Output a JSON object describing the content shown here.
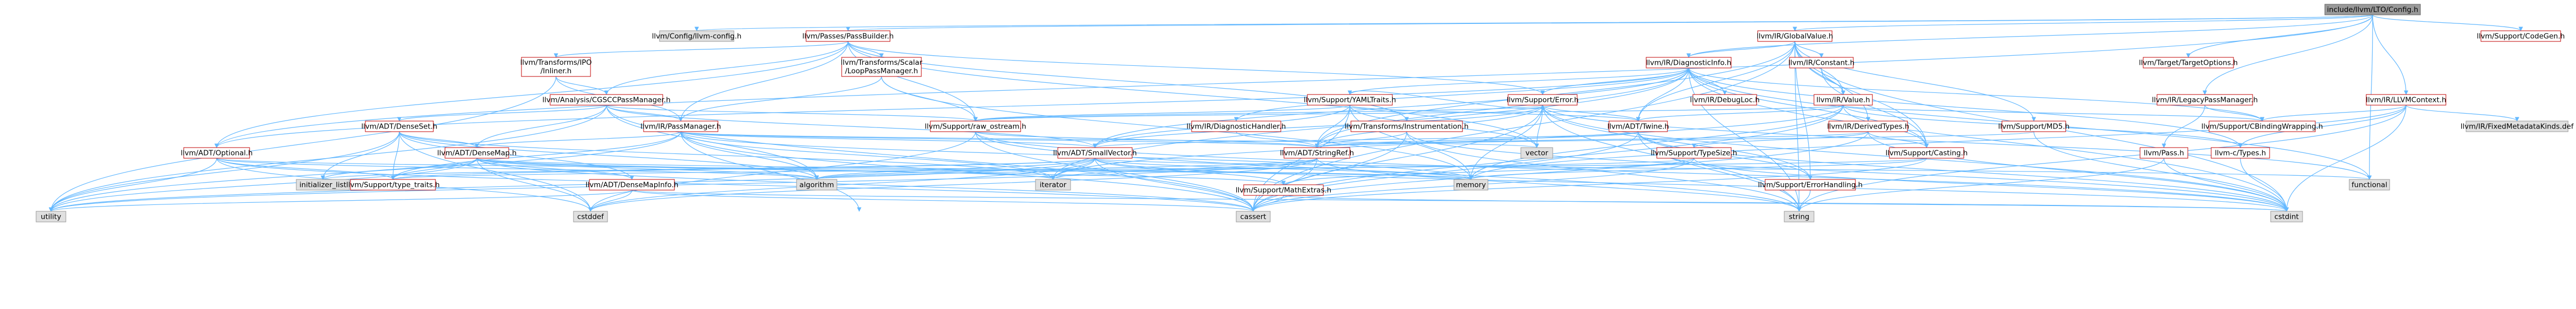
{
  "nodes": [
    {
      "id": "root",
      "label": "include/llvm/LTO/Config.h",
      "kind": "root"
    },
    {
      "id": "llvm_config",
      "label": "llvm/Config/llvm-config.h",
      "kind": "gray"
    },
    {
      "id": "passbuilder",
      "label": "llvm/Passes/PassBuilder.h",
      "kind": "link"
    },
    {
      "id": "globalvalue",
      "label": "llvm/IR/GlobalValue.h",
      "kind": "link"
    },
    {
      "id": "codegen",
      "label": "llvm/Support/CodeGen.h",
      "kind": "link"
    },
    {
      "id": "inliner",
      "label": "llvm/Transforms/IPO\n/Inliner.h",
      "kind": "link"
    },
    {
      "id": "cgscc",
      "label": "llvm/Analysis/CGSCCPassManager.h",
      "kind": "link"
    },
    {
      "id": "scalarloop",
      "label": "llvm/Transforms/Scalar\n/LoopPassManager.h",
      "kind": "link"
    },
    {
      "id": "diaginfo",
      "label": "llvm/IR/DiagnosticInfo.h",
      "kind": "link"
    },
    {
      "id": "constant",
      "label": "llvm/IR/Constant.h",
      "kind": "link"
    },
    {
      "id": "targetoptions",
      "label": "llvm/Target/TargetOptions.h",
      "kind": "link"
    },
    {
      "id": "legacypm",
      "label": "llvm/IR/LegacyPassManager.h",
      "kind": "link"
    },
    {
      "id": "llvmcontext",
      "label": "llvm/IR/LLVMContext.h",
      "kind": "link"
    },
    {
      "id": "densemset",
      "label": "llvm/ADT/DenseSet.h",
      "kind": "link"
    },
    {
      "id": "irpassmgr",
      "label": "llvm/IR/PassManager.h",
      "kind": "link"
    },
    {
      "id": "yamltraits",
      "label": "llvm/Support/YAMLTraits.h",
      "kind": "link"
    },
    {
      "id": "suppError",
      "label": "llvm/Support/Error.h",
      "kind": "link"
    },
    {
      "id": "debugloc",
      "label": "llvm/IR/DebugLoc.h",
      "kind": "link"
    },
    {
      "id": "irvalue",
      "label": "llvm/IR/Value.h",
      "kind": "link"
    },
    {
      "id": "rawostream",
      "label": "llvm/Support/raw_ostream.h",
      "kind": "link"
    },
    {
      "id": "diaghandler",
      "label": "llvm/IR/DiagnosticHandler.h",
      "kind": "link"
    },
    {
      "id": "instrumentation",
      "label": "llvm/Transforms/Instrumentation.h",
      "kind": "link"
    },
    {
      "id": "adttwine",
      "label": "llvm/ADT/Twine.h",
      "kind": "link"
    },
    {
      "id": "derivedtypes",
      "label": "llvm/IR/DerivedTypes.h",
      "kind": "link"
    },
    {
      "id": "md5",
      "label": "llvm/Support/MD5.h",
      "kind": "link"
    },
    {
      "id": "cbinding",
      "label": "llvm/Support/CBindingWrapping.h",
      "kind": "link"
    },
    {
      "id": "fixedmd",
      "label": "llvm/IR/FixedMetadataKinds.def",
      "kind": "gray"
    },
    {
      "id": "adtoptional",
      "label": "llvm/ADT/Optional.h",
      "kind": "link"
    },
    {
      "id": "densemap",
      "label": "llvm/ADT/DenseMap.h",
      "kind": "link"
    },
    {
      "id": "smallvector",
      "label": "llvm/ADT/SmallVector.h",
      "kind": "link"
    },
    {
      "id": "stringref",
      "label": "llvm/ADT/StringRef.h",
      "kind": "link"
    },
    {
      "id": "typesize",
      "label": "llvm/Support/TypeSize.h",
      "kind": "link"
    },
    {
      "id": "casting",
      "label": "llvm/Support/Casting.h",
      "kind": "link"
    },
    {
      "id": "pass",
      "label": "llvm/Pass.h",
      "kind": "link"
    },
    {
      "id": "ctypes",
      "label": "llvm-c/Types.h",
      "kind": "link"
    },
    {
      "id": "vector",
      "label": "vector",
      "kind": "ext"
    },
    {
      "id": "initlist",
      "label": "initializer_list",
      "kind": "ext"
    },
    {
      "id": "typetraits",
      "label": "llvm/Support/type_traits.h",
      "kind": "link"
    },
    {
      "id": "densemapinfo",
      "label": "llvm/ADT/DenseMapInfo.h",
      "kind": "link"
    },
    {
      "id": "mathextras",
      "label": "llvm/Support/MathExtras.h",
      "kind": "link"
    },
    {
      "id": "errhandling",
      "label": "llvm/Support/ErrorHandling.h",
      "kind": "link"
    },
    {
      "id": "algorithm",
      "label": "algorithm",
      "kind": "ext"
    },
    {
      "id": "iterator",
      "label": "iterator",
      "kind": "ext"
    },
    {
      "id": "memory",
      "label": "memory",
      "kind": "ext"
    },
    {
      "id": "functional",
      "label": "functional",
      "kind": "ext"
    },
    {
      "id": "utility",
      "label": "utility",
      "kind": "ext"
    },
    {
      "id": "cstddef",
      "label": "cstddef",
      "kind": "ext"
    },
    {
      "id": "cassert",
      "label": "cassert",
      "kind": "ext"
    },
    {
      "id": "string",
      "label": "string",
      "kind": "ext"
    },
    {
      "id": "cstdint",
      "label": "cstdint",
      "kind": "ext"
    }
  ],
  "edges": [
    [
      "root",
      "llvm_config"
    ],
    [
      "root",
      "passbuilder"
    ],
    [
      "root",
      "globalvalue"
    ],
    [
      "root",
      "codegen"
    ],
    [
      "root",
      "targetoptions"
    ],
    [
      "root",
      "legacypm"
    ],
    [
      "root",
      "llvmcontext"
    ],
    [
      "root",
      "functional"
    ],
    [
      "root",
      "adtoptional"
    ],
    [
      "root",
      "diaginfo"
    ],
    [
      "passbuilder",
      "inliner"
    ],
    [
      "passbuilder",
      "cgscc"
    ],
    [
      "passbuilder",
      "scalarloop"
    ],
    [
      "passbuilder",
      "irpassmgr"
    ],
    [
      "passbuilder",
      "suppError"
    ],
    [
      "passbuilder",
      "rawostream"
    ],
    [
      "passbuilder",
      "instrumentation"
    ],
    [
      "passbuilder",
      "vector"
    ],
    [
      "passbuilder",
      "adtoptional"
    ],
    [
      "inliner",
      "cgscc"
    ],
    [
      "inliner",
      "irpassmgr"
    ],
    [
      "inliner",
      "utility"
    ],
    [
      "cgscc",
      "densemset"
    ],
    [
      "cgscc",
      "densemap"
    ],
    [
      "cgscc",
      "irpassmgr"
    ],
    [
      "cgscc",
      "rawostream"
    ],
    [
      "cgscc",
      "smallvector"
    ],
    [
      "cgscc",
      "algorithm"
    ],
    [
      "cgscc",
      "cassert"
    ],
    [
      "cgscc",
      "utility"
    ],
    [
      "scalarloop",
      "irpassmgr"
    ],
    [
      "scalarloop",
      "rawostream"
    ],
    [
      "scalarloop",
      "memory"
    ],
    [
      "globalvalue",
      "diaginfo"
    ],
    [
      "globalvalue",
      "constant"
    ],
    [
      "globalvalue",
      "irvalue"
    ],
    [
      "globalvalue",
      "derivedtypes"
    ],
    [
      "globalvalue",
      "md5"
    ],
    [
      "globalvalue",
      "stringref"
    ],
    [
      "globalvalue",
      "adttwine"
    ],
    [
      "globalvalue",
      "casting"
    ],
    [
      "globalvalue",
      "errhandling"
    ],
    [
      "globalvalue",
      "cassert"
    ],
    [
      "globalvalue",
      "cstdint"
    ],
    [
      "globalvalue",
      "string"
    ],
    [
      "diaginfo",
      "yamltraits"
    ],
    [
      "diaginfo",
      "suppError"
    ],
    [
      "diaginfo",
      "debugloc"
    ],
    [
      "diaginfo",
      "diaghandler"
    ],
    [
      "diaginfo",
      "adtoptional"
    ],
    [
      "diaginfo",
      "smallvector"
    ],
    [
      "diaginfo",
      "stringref"
    ],
    [
      "diaginfo",
      "adttwine"
    ],
    [
      "diaginfo",
      "cbinding"
    ],
    [
      "diaginfo",
      "ctypes"
    ],
    [
      "diaginfo",
      "casting"
    ],
    [
      "diaginfo",
      "iterator"
    ],
    [
      "diaginfo",
      "cstdint"
    ],
    [
      "diaginfo",
      "functional"
    ],
    [
      "diaginfo",
      "string"
    ],
    [
      "constant",
      "irvalue"
    ],
    [
      "constant",
      "casting"
    ],
    [
      "irvalue",
      "cbinding"
    ],
    [
      "irvalue",
      "ctypes"
    ],
    [
      "irvalue",
      "adttwine"
    ],
    [
      "irvalue",
      "casting"
    ],
    [
      "irvalue",
      "rawostream"
    ],
    [
      "irvalue",
      "cassert"
    ],
    [
      "irvalue",
      "iterator"
    ],
    [
      "irvalue",
      "memory"
    ],
    [
      "legacypm",
      "pass"
    ],
    [
      "legacypm",
      "cbinding"
    ],
    [
      "llvmcontext",
      "fixedmd"
    ],
    [
      "llvmcontext",
      "cbinding"
    ],
    [
      "llvmcontext",
      "ctypes"
    ],
    [
      "llvmcontext",
      "cstdint"
    ],
    [
      "llvmcontext",
      "memory"
    ],
    [
      "llvmcontext",
      "string"
    ],
    [
      "densemset",
      "densemap"
    ],
    [
      "densemset",
      "densemapinfo"
    ],
    [
      "densemset",
      "typetraits"
    ],
    [
      "densemset",
      "algorithm"
    ],
    [
      "densemset",
      "cstddef"
    ],
    [
      "densemset",
      "initlist"
    ],
    [
      "densemset",
      "iterator"
    ],
    [
      "densemset",
      "utility"
    ],
    [
      "irpassmgr",
      "densemap"
    ],
    [
      "irpassmgr",
      "smallvector"
    ],
    [
      "irpassmgr",
      "stringref"
    ],
    [
      "irpassmgr",
      "typetraits"
    ],
    [
      "irpassmgr",
      "algorithm"
    ],
    [
      "irpassmgr",
      "cassert"
    ],
    [
      "irpassmgr",
      "cstring"
    ],
    [
      "irpassmgr",
      "iterator"
    ],
    [
      "irpassmgr",
      "memory"
    ],
    [
      "irpassmgr",
      "utility"
    ],
    [
      "irpassmgr",
      "vector"
    ],
    [
      "yamltraits",
      "smallvector"
    ],
    [
      "yamltraits",
      "stringref"
    ],
    [
      "yamltraits",
      "adttwine"
    ],
    [
      "yamltraits",
      "suppError"
    ],
    [
      "yamltraits",
      "rawostream"
    ],
    [
      "yamltraits",
      "memory"
    ],
    [
      "yamltraits",
      "vector"
    ],
    [
      "yamltraits",
      "cassert"
    ],
    [
      "suppError",
      "smallvector"
    ],
    [
      "suppError",
      "stringref"
    ],
    [
      "suppError",
      "adttwine"
    ],
    [
      "suppError",
      "errhandling"
    ],
    [
      "suppError",
      "rawostream"
    ],
    [
      "suppError",
      "cassert"
    ],
    [
      "suppError",
      "memory"
    ],
    [
      "suppError",
      "functional"
    ],
    [
      "suppError",
      "string"
    ],
    [
      "suppError",
      "vector"
    ],
    [
      "suppError",
      "cstdint"
    ],
    [
      "rawostream",
      "stringref"
    ],
    [
      "rawostream",
      "cassert"
    ],
    [
      "rawostream",
      "cstddef"
    ],
    [
      "rawostream",
      "cstdint"
    ],
    [
      "rawostream",
      "string"
    ],
    [
      "diaghandler",
      "stringref"
    ],
    [
      "instrumentation",
      "stringref"
    ],
    [
      "instrumentation",
      "cassert"
    ],
    [
      "instrumentation",
      "cstdint"
    ],
    [
      "instrumentation",
      "string"
    ],
    [
      "adttwine",
      "smallvector"
    ],
    [
      "adttwine",
      "stringref"
    ],
    [
      "adttwine",
      "errhandling"
    ],
    [
      "adttwine",
      "cassert"
    ],
    [
      "adttwine",
      "cstdint"
    ],
    [
      "adttwine",
      "string"
    ],
    [
      "derivedtypes",
      "typesize"
    ],
    [
      "derivedtypes",
      "casting"
    ],
    [
      "derivedtypes",
      "stringref"
    ],
    [
      "derivedtypes",
      "cassert"
    ],
    [
      "derivedtypes",
      "cstdint"
    ],
    [
      "md5",
      "stringref"
    ],
    [
      "md5",
      "cstdint"
    ],
    [
      "adtoptional",
      "typetraits"
    ],
    [
      "adtoptional",
      "cassert"
    ],
    [
      "adtoptional",
      "memory"
    ],
    [
      "adtoptional",
      "utility"
    ],
    [
      "adtoptional",
      "cstddef"
    ],
    [
      "adtoptional",
      "algorithm"
    ],
    [
      "densemap",
      "densemapinfo"
    ],
    [
      "densemap",
      "typetraits"
    ],
    [
      "densemap",
      "mathextras"
    ],
    [
      "densemap",
      "algorithm"
    ],
    [
      "densemap",
      "cassert"
    ],
    [
      "densemap",
      "cstddef"
    ],
    [
      "densemap",
      "initlist"
    ],
    [
      "densemap",
      "iterator"
    ],
    [
      "densemap",
      "utility"
    ],
    [
      "densemap",
      "memory"
    ],
    [
      "smallvector",
      "typetraits"
    ],
    [
      "smallvector",
      "mathextras"
    ],
    [
      "smallvector",
      "algorithm"
    ],
    [
      "smallvector",
      "cassert"
    ],
    [
      "smallvector",
      "cstddef"
    ],
    [
      "smallvector",
      "cstdint"
    ],
    [
      "smallvector",
      "functional"
    ],
    [
      "smallvector",
      "initlist"
    ],
    [
      "smallvector",
      "iterator"
    ],
    [
      "smallvector",
      "memory"
    ],
    [
      "smallvector",
      "utility"
    ],
    [
      "stringref",
      "algorithm"
    ],
    [
      "stringref",
      "cassert"
    ],
    [
      "stringref",
      "cstddef"
    ],
    [
      "stringref",
      "string"
    ],
    [
      "stringref",
      "utility"
    ],
    [
      "stringref",
      "iterator"
    ],
    [
      "typesize",
      "mathextras"
    ],
    [
      "typesize",
      "algorithm"
    ],
    [
      "typesize",
      "cassert"
    ],
    [
      "typesize",
      "cstdint"
    ],
    [
      "casting",
      "typetraits"
    ],
    [
      "casting",
      "cassert"
    ],
    [
      "casting",
      "memory"
    ],
    [
      "pass",
      "cstdint"
    ],
    [
      "pass",
      "string"
    ],
    [
      "ctypes",
      "cstdint"
    ],
    [
      "densemapinfo",
      "cassert"
    ],
    [
      "densemapinfo",
      "cstddef"
    ],
    [
      "densemapinfo",
      "cstdint"
    ],
    [
      "densemapinfo",
      "utility"
    ],
    [
      "mathextras",
      "cassert"
    ],
    [
      "mathextras",
      "cstdint"
    ],
    [
      "errhandling",
      "string"
    ]
  ]
}
